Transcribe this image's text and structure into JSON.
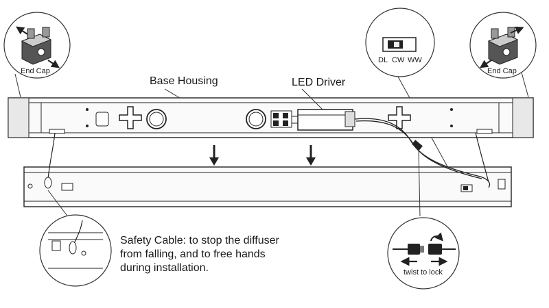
{
  "labels": {
    "end_cap_left": "End Cap",
    "end_cap_right": "End Cap",
    "base_housing": "Base Housing",
    "led_driver": "LED Driver",
    "switch_dl": "DL",
    "switch_cw": "CW",
    "switch_ww": "WW",
    "twist_to_lock": "twist to lock"
  },
  "safety_note": [
    "Safety Cable: to stop the diffuser",
    "from falling, and to free hands",
    "during installation."
  ]
}
